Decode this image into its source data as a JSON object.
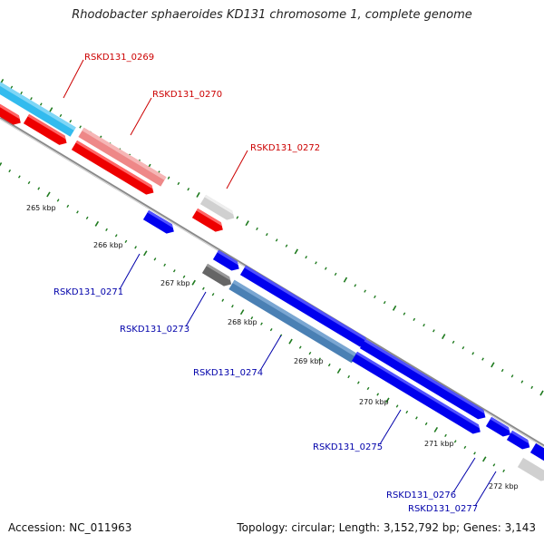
{
  "title": "Rhodobacter sphaeroides KD131 chromosome 1, complete genome",
  "footer": {
    "accession": "Accession: NC_011963",
    "topology": "Topology: circular; Length: 3,152,792 bp; Genes: 3,143"
  },
  "colors": {
    "plus_strand_label": "#cc0000",
    "minus_strand_label": "#0000aa",
    "tick": "#1e7a1e",
    "backbone": "#888888",
    "highlight_cyan": "#33bbee",
    "highlight_pink": "#ee8888",
    "highlight_steel": "#4a80b4",
    "gene_red": "#ee0000",
    "gene_blue": "#0000ee",
    "gene_light_gray": "#d8d8d8",
    "gene_dark_gray": "#666666"
  },
  "kbp_labels": [
    "265 kbp",
    "266 kbp",
    "267 kbp",
    "268 kbp",
    "269 kbp",
    "270 kbp",
    "271 kbp",
    "272 kbp"
  ],
  "gene_labels": {
    "g0269": "RSKD131_0269",
    "g0270": "RSKD131_0270",
    "g0272": "RSKD131_0272",
    "g0271": "RSKD131_0271",
    "g0273": "RSKD131_0273",
    "g0274": "RSKD131_0274",
    "g0275": "RSKD131_0275",
    "g0276": "RSKD131_0276",
    "g0277": "RSKD131_0277"
  }
}
